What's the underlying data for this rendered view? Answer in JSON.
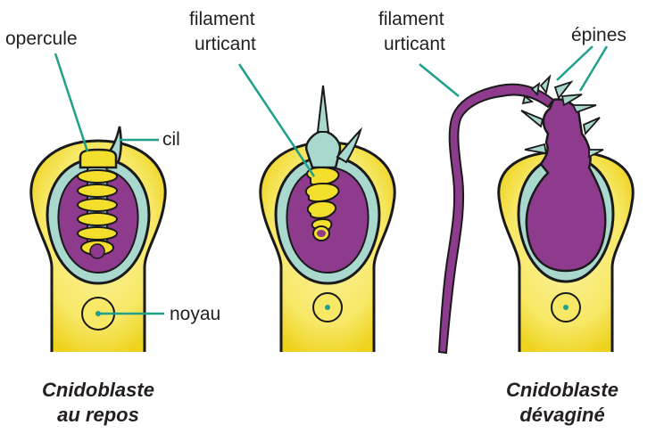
{
  "labels": {
    "opercule": "opercule",
    "cil": "cil",
    "noyau": "noyau",
    "filament1_line1": "filament",
    "filament1_line2": "urticant",
    "filament2_line1": "filament",
    "filament2_line2": "urticant",
    "epines": "épines"
  },
  "captions": {
    "left_line1": "Cnidoblaste",
    "left_line2": "au repos",
    "right_line1": "Cnidoblaste",
    "right_line2": "dévaginé"
  },
  "colors": {
    "cell_yellow": "#f3df2c",
    "cell_pale": "#fbf3a6",
    "capsule_teal": "#a9d8cf",
    "purple": "#8e3a8d",
    "leader_teal": "#1fa08b",
    "outline": "#1a1a1a"
  }
}
